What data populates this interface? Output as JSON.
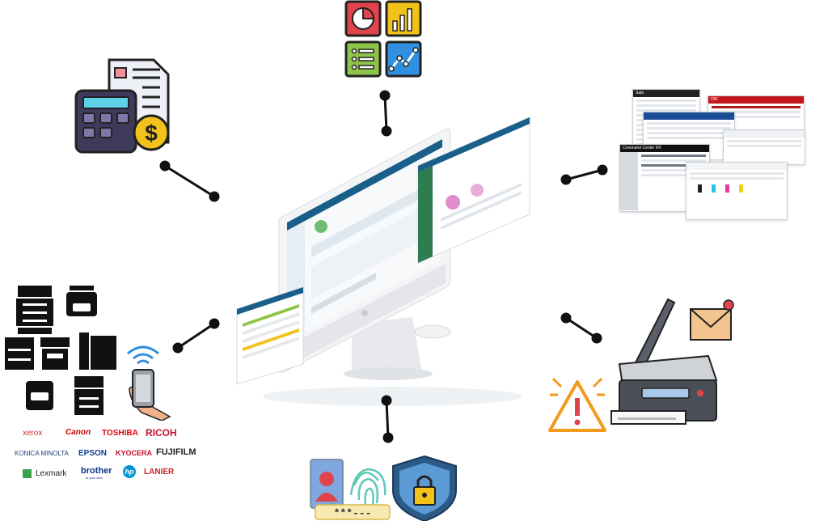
{
  "brands": {
    "xerox": "xerox",
    "canon": "Canon",
    "toshiba": "TOSHIBA",
    "ricoh": "RICOH",
    "konica": "KONICA MINOLTA",
    "epson": "EPSON",
    "kyocera": "KYOCERA",
    "fujifilm": "FUJIFILM",
    "lexmark": "Lexmark",
    "brother": "brother",
    "brother_tag": "at your side",
    "hp": "hp",
    "lanier": "LANIER"
  },
  "screens": {
    "sato": "Sato",
    "oki": "OKI",
    "command_center": "Command Center RX"
  },
  "password_mask": "***---",
  "colors": {
    "brand_blue": "#1a5e8a",
    "red": "#e0434b",
    "yellow": "#f2c21b",
    "green": "#8fc44a",
    "blue": "#2f8fe0"
  }
}
